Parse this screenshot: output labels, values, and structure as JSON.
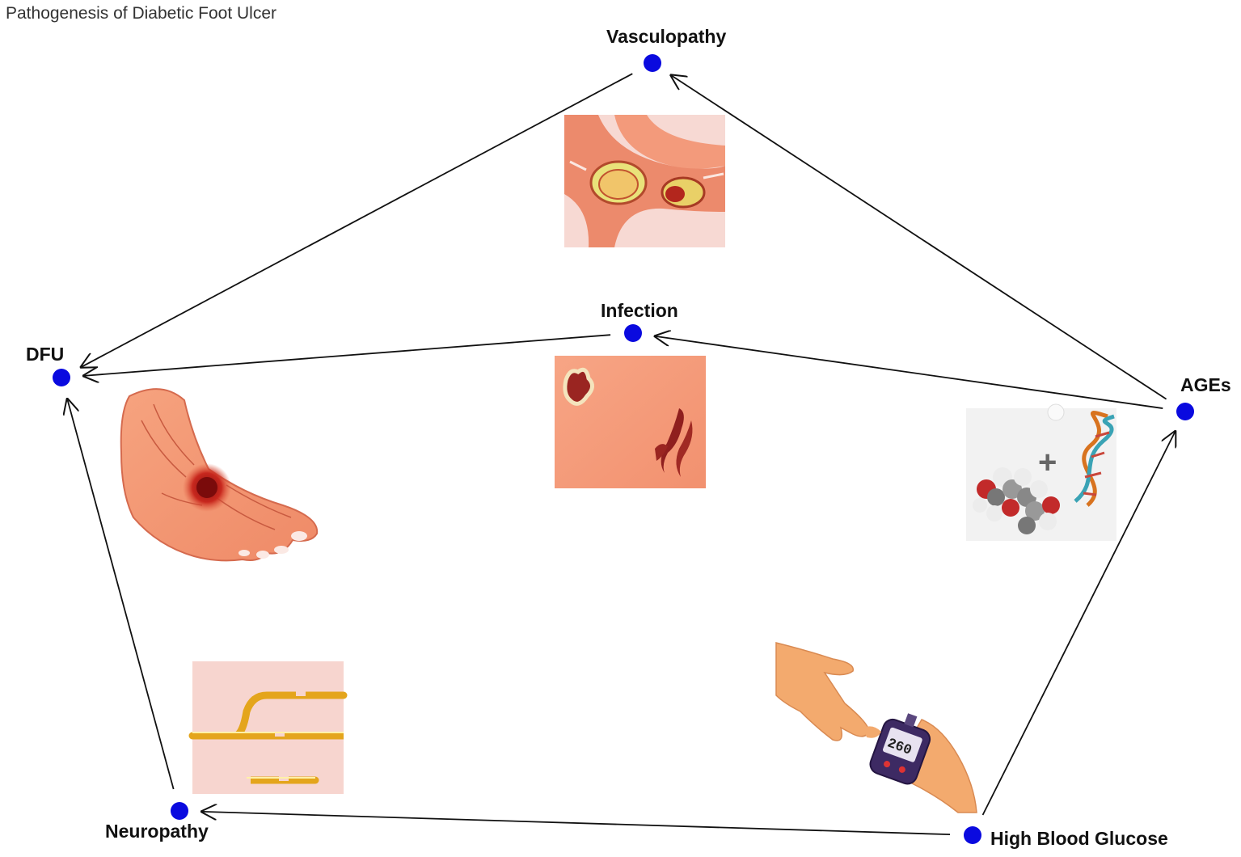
{
  "title": "Pathogenesis of Diabetic Foot Ulcer",
  "colors": {
    "node": "#0a0adf",
    "edge": "#111111"
  },
  "nodes": [
    {
      "id": "vasculopathy",
      "label": "Vasculopathy"
    },
    {
      "id": "infection",
      "label": "Infection"
    },
    {
      "id": "dfu",
      "label": "DFU"
    },
    {
      "id": "ages",
      "label": "AGEs"
    },
    {
      "id": "neuropathy",
      "label": "Neuropathy"
    },
    {
      "id": "glucose",
      "label": "High Blood Glucose"
    }
  ],
  "edges": [
    {
      "from": "ages",
      "to": "vasculopathy"
    },
    {
      "from": "ages",
      "to": "infection"
    },
    {
      "from": "vasculopathy",
      "to": "dfu"
    },
    {
      "from": "infection",
      "to": "dfu"
    },
    {
      "from": "neuropathy",
      "to": "dfu"
    },
    {
      "from": "glucose",
      "to": "neuropathy"
    },
    {
      "from": "glucose",
      "to": "ages"
    }
  ],
  "illustrations": [
    {
      "name": "vasculopathy-illustration",
      "depicts": "blocked blood vessel"
    },
    {
      "name": "infection-illustration",
      "depicts": "infected skin wound"
    },
    {
      "name": "foot-ulcer-illustration",
      "depicts": "foot with ulcer"
    },
    {
      "name": "ages-illustration",
      "depicts": "glucose molecule plus DNA"
    },
    {
      "name": "neuropathy-illustration",
      "depicts": "damaged nerve fibers"
    },
    {
      "name": "glucometer-illustration",
      "depicts": "finger blood glucose test"
    }
  ],
  "glucometer_reading": "260"
}
